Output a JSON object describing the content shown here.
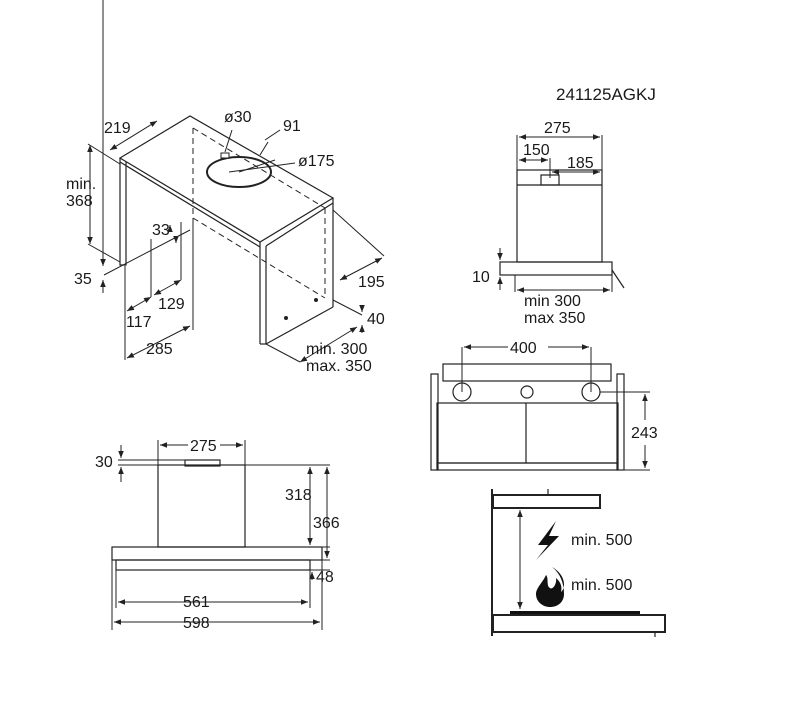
{
  "model_code": "241125AGKJ",
  "iso_view": {
    "width": "219",
    "small_hole": "ø30",
    "hole_offset": "91",
    "duct_hole": "ø175",
    "min_height_label": "min.",
    "min_height_value": "368",
    "dim_33": "33",
    "dim_35": "35",
    "depth": "195",
    "dim_129": "129",
    "dim_117": "117",
    "dim_40": "40",
    "dim_285": "285",
    "span_min": "min. 300",
    "span_max": "max. 350"
  },
  "top_view": {
    "width": "275",
    "left": "150",
    "right": "185",
    "plate_height": "10",
    "span_min": "min 300",
    "span_max": "max 350"
  },
  "front_mount_view": {
    "hole_spacing": "400",
    "height": "243"
  },
  "front_view": {
    "chimney_width": "275",
    "top_offset": "30",
    "chimney_height": "318",
    "total_height": "366",
    "canopy_height": "48",
    "inner_width": "561",
    "total_width": "598"
  },
  "clearance_view": {
    "electric_min": "min. 500",
    "gas_min": "min. 500",
    "electric_icon": "lightning-icon",
    "gas_icon": "flame-icon"
  }
}
